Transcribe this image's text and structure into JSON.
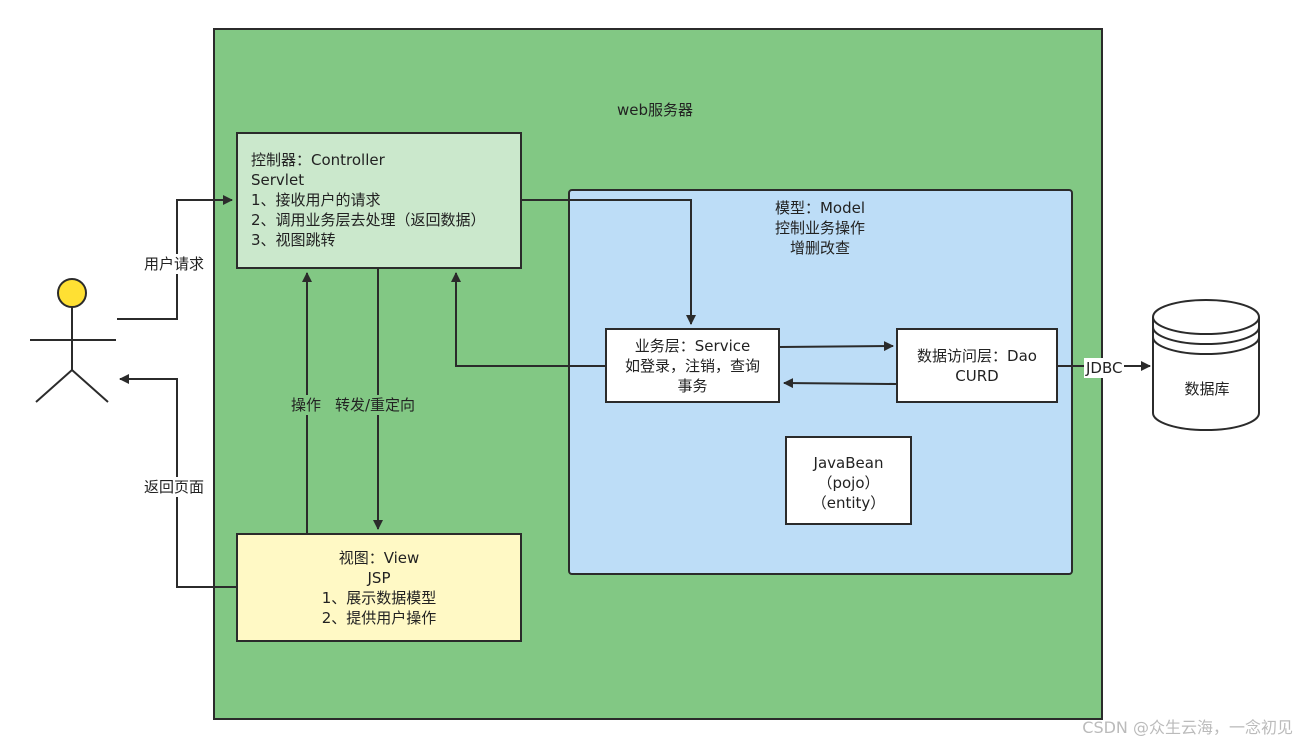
{
  "server": {
    "title": "web服务器"
  },
  "controller": {
    "lines": [
      "控制器：Controller",
      "Servlet",
      "1、接收用户的请求",
      "2、调用业务层去处理（返回数据）",
      "3、视图跳转"
    ]
  },
  "model": {
    "lines": [
      "模型：Model",
      "控制业务操作",
      "增删改查"
    ]
  },
  "service": {
    "lines": [
      "业务层：Service",
      "如登录，注销，查询",
      "事务"
    ]
  },
  "dao": {
    "lines": [
      "数据访问层：Dao",
      "CURD"
    ]
  },
  "bean": {
    "lines": [
      "JavaBean",
      "（pojo）",
      "（entity）"
    ]
  },
  "view": {
    "lines": [
      "视图：View",
      "JSP",
      "1、展示数据模型",
      "2、提供用户操作"
    ]
  },
  "database": {
    "label": "数据库"
  },
  "edges": {
    "user_request": "用户请求",
    "return_page": "返回页面",
    "operation": "操作",
    "forward_redirect": "转发/重定向",
    "jdbc": "JDBC"
  },
  "watermark": "CSDN @众生云海，一念初见",
  "colors": {
    "server_bg": "#82c884",
    "controller_bg": "#cbe8cc",
    "model_bg": "#bdddf7",
    "view_bg": "#fff9c5",
    "actor_head": "#ffe033"
  }
}
